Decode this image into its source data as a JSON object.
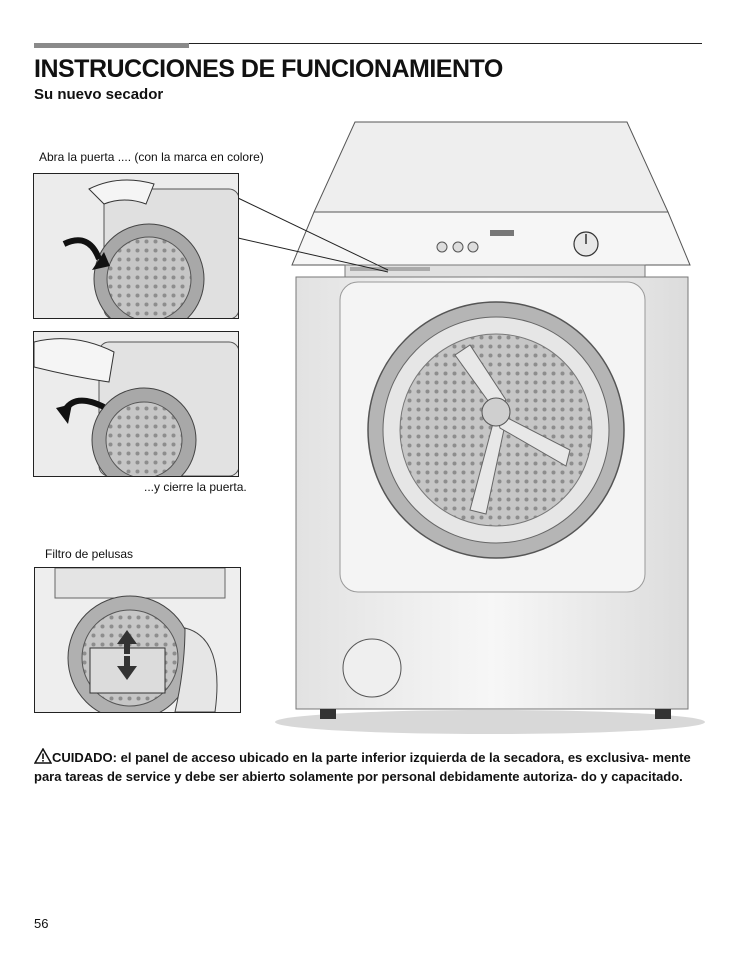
{
  "header": {
    "title": "INSTRUCCIONES DE FUNCIONAMIENTO",
    "subtitle": "Su nuevo secador"
  },
  "captions": {
    "open_door": "Abra la puerta .... (con la marca en colore)",
    "close_door": "...y cierre la puerta.",
    "lint_filter": "Filtro de pelusas"
  },
  "warning": {
    "label": "CUIDADO:",
    "text": " el panel de acceso ubicado en la parte inferior izquierda de la secadora, es exclusiva- mente para tareas de service y debe ser abierto solamente por personal debidamente autoriza- do y capacitado."
  },
  "footer": {
    "page_number": "56"
  }
}
